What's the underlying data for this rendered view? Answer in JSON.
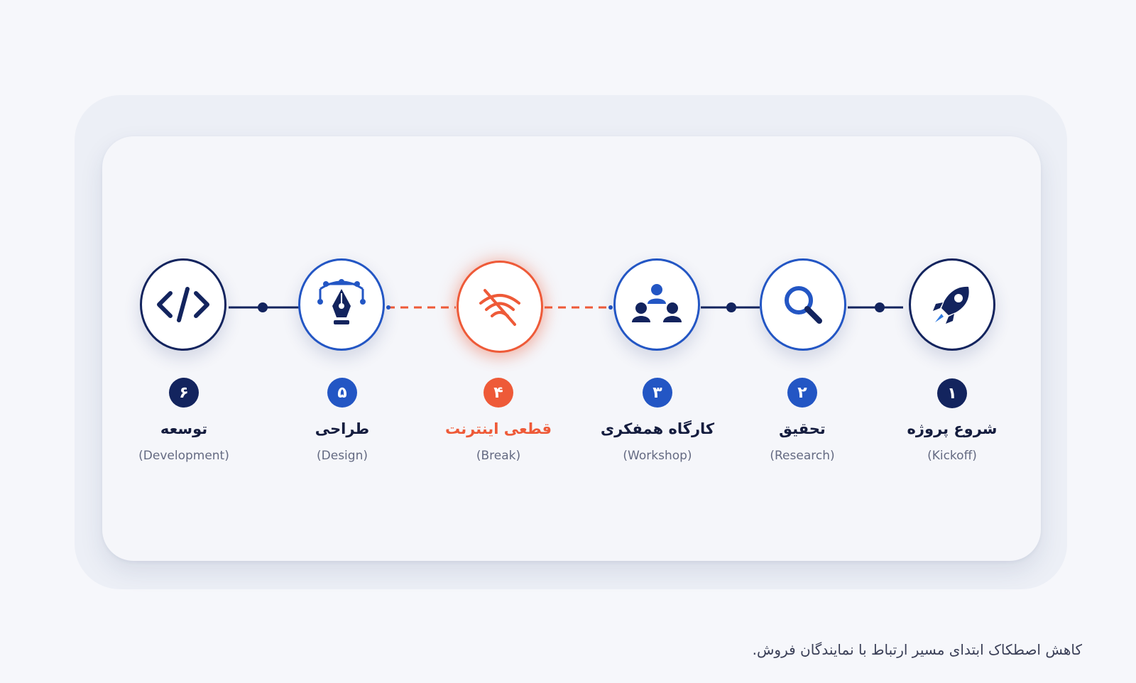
{
  "steps": [
    {
      "number": "۱",
      "title": "شروع پروژه",
      "subtitle": "(Kickoff)",
      "icon": "rocket-icon",
      "color": "#13245e"
    },
    {
      "number": "۲",
      "title": "تحقیق",
      "subtitle": "(Research)",
      "icon": "magnifier-icon",
      "color": "#2356c4"
    },
    {
      "number": "۳",
      "title": "کارگاه همفکری",
      "subtitle": "(Workshop)",
      "icon": "team-icon",
      "color": "#2356c4"
    },
    {
      "number": "۴",
      "title": "قطعی اینترنت",
      "subtitle": "(Break)",
      "icon": "wifi-off-icon",
      "color": "#ee5a38"
    },
    {
      "number": "۵",
      "title": "طراحی",
      "subtitle": "(Design)",
      "icon": "pen-tool-icon",
      "color": "#2356c4"
    },
    {
      "number": "۶",
      "title": "توسعه",
      "subtitle": "(Development)",
      "icon": "code-icon",
      "color": "#13245e"
    }
  ],
  "colors": {
    "navy": "#13245e",
    "blue": "#2356c4",
    "alert": "#ee5a38"
  },
  "caption": "کاهش اصطکاک ابتدای مسیر ارتباط با نمایندگان فروش."
}
